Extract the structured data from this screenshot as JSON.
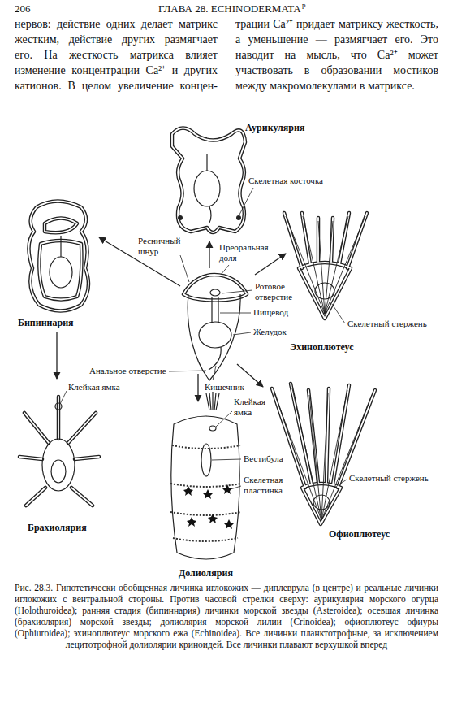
{
  "diagram": {
    "title": "ГЛАВА 28. ECHINODERMATA",
    "caption": "Рис. 28.3. Гипотетически обобщенная личинка иглокожих — диплеврула (в центре) и реальные личинки иглокожих с вентральной стороны. Против часовой стрелки сверху: аурикулярия морского огурца (Holothuroidea); ранняя стадия (бипиннария) личинки морской звезды (Asteroidea); осевшая личинка (брахиолярия) морской звезды; долиолярия морской лилии (Crinoidea); офиоплютеус офиуры (Ophiuroidea); эхиноплютеус морского ежа (Echinoidea). Все личинки планктотрофные, за исключением лецитотрофной долиолярии криноидей. Все личинки плавают верхушкой вперед",
    "labels": [
      "206",
      "р",
      "нервов: действие одних делает матрикс жестким, действие других размягчает его. На жесткость матрикса влияет изменение концентрации Ca²⁺ и других катионов. В целом увеличение концен-",
      "трации Ca²⁺ придает матриксу жесткость, а уменьшение — размягчает его. Это наводит на мысль, что Ca²⁺ может участвовать в образовании мостиков между макромолекулами в матриксе.",
      "Аурикулярия",
      "Скелетная косточка",
      "Преоральная доля",
      "Ресничный шнур",
      "Ротовое отверстие",
      "Пищевод",
      "Желудок",
      "Бипиннария",
      "Эхиноплютеус",
      "Скелетный стержень",
      "Анальное отверстие",
      "Кишечник",
      "Клейкая ямка",
      "Клейкая ямка",
      "Вестибула",
      "Скелетная пластинка",
      "Скелетный стержень",
      "Офиоплютеус",
      "Брахиолярия",
      "Долиолярия"
    ]
  }
}
